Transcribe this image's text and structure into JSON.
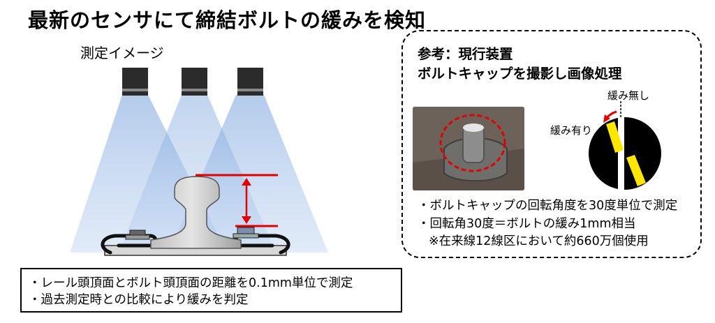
{
  "title": "最新のセンサにて締結ボルトの緩みを検知",
  "measurement_image_label": "測定イメージ",
  "left_notes": [
    "・レール頭頂面とボルト頭頂面の距離を0.1mm単位で測定",
    "・過去測定時との比較により緩みを判定"
  ],
  "reference": {
    "heading_line1": "参考：現行装置",
    "heading_line2": "ボルトキャップを撮影し画像処理",
    "label_no_loosening": "緩み無し",
    "label_loosening": "緩み有り",
    "notes": [
      "・ボルトキャップの回転角度を30度単位で測定",
      "・回転角30度＝ボルトの緩み1mm相当",
      "※在来線12線区において約660万個使用"
    ]
  },
  "colors": {
    "sensor_beam": "#7FA8E0",
    "measure_line": "#E00000",
    "bolt_cap_mark": "#FFE600",
    "rail": "#CFCFCF"
  }
}
